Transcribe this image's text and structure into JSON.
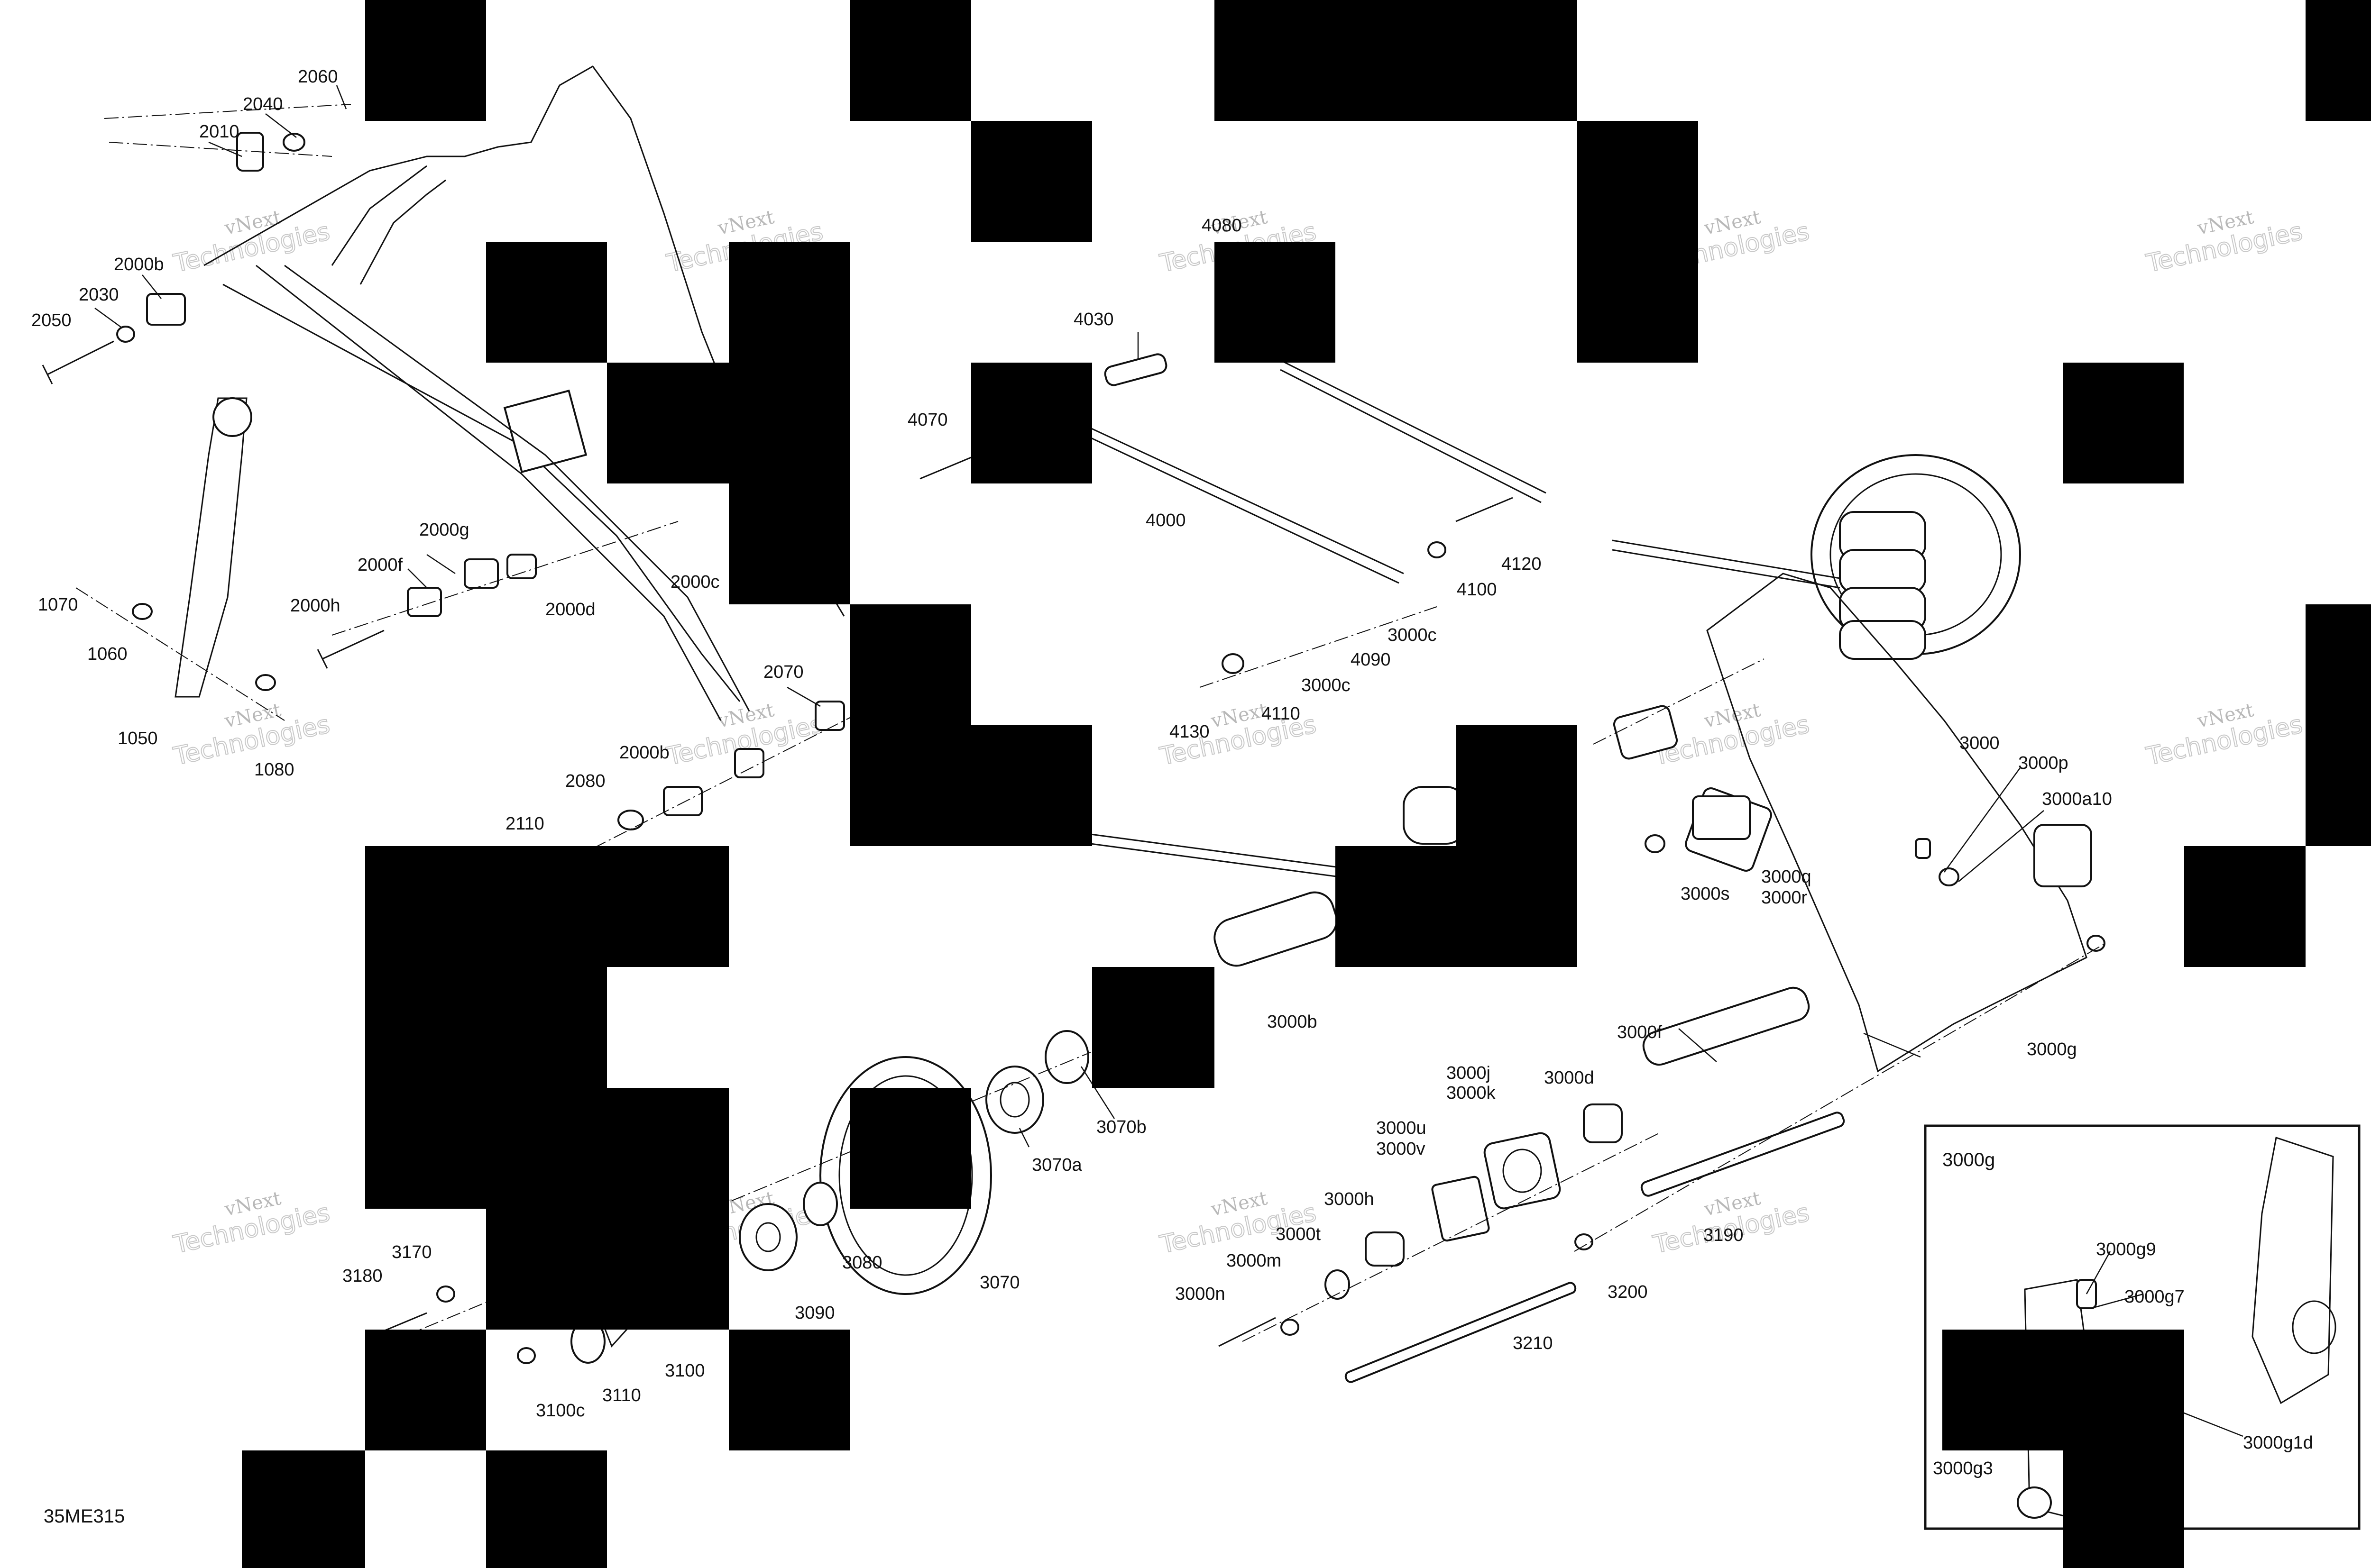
{
  "diagram": {
    "id_code": "35ME315",
    "watermark": [
      "vNext",
      "Technologies"
    ],
    "inset_title": "3000g",
    "labels": [
      "2060",
      "2040",
      "2010",
      "2000b",
      "2030",
      "2050",
      "1070",
      "1060",
      "1050",
      "1080",
      "2000g",
      "2000f",
      "2000h",
      "2000c",
      "2000d",
      "2070",
      "2000b",
      "2080",
      "2110",
      "4080",
      "4030",
      "4070",
      "4000",
      "4120",
      "4100",
      "3000c",
      "4090",
      "3000c",
      "4110",
      "4130",
      "3000",
      "3000p",
      "3000a10",
      "3000s",
      "3000q",
      "3000r",
      "3000g",
      "3000b",
      "3000f",
      "3070b",
      "3070a",
      "3070",
      "3080",
      "3090",
      "3100",
      "3110",
      "3100c",
      "3170",
      "3180",
      "3000j",
      "3000k",
      "3000d",
      "3000u",
      "3000v",
      "3000h",
      "3000t",
      "3000m",
      "3000n",
      "3190",
      "3200",
      "3210",
      "3000g9",
      "3000g7",
      "3000g1d",
      "3000g3"
    ]
  }
}
